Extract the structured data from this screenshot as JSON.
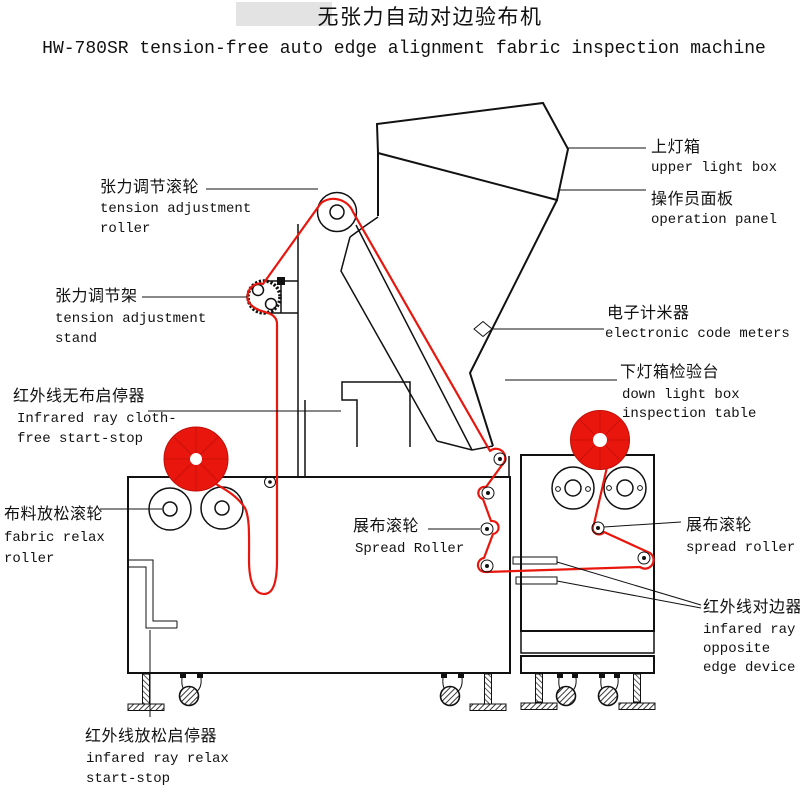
{
  "title": {
    "zh": "无张力自动对边验布机",
    "en": "HW-780SR tension-free auto edge alignment fabric inspection machine"
  },
  "colors": {
    "fabric_red": "#e8160d",
    "line": "#111111",
    "background": "#ffffff",
    "watermark_gray": "#cccccc"
  },
  "labels": {
    "tension_roller": {
      "zh": "张力调节滚轮",
      "en1": "tension adjustment",
      "en2": "roller"
    },
    "tension_stand": {
      "zh": "张力调节架",
      "en1": "tension adjustment",
      "en2": "stand"
    },
    "infrared_cloth_free": {
      "zh": "红外线无布启停器",
      "en1": "Infrared ray cloth-",
      "en2": "free start-stop"
    },
    "fabric_relax_roller": {
      "zh": "布料放松滚轮",
      "en1": "fabric relax",
      "en2": "roller"
    },
    "infrared_relax": {
      "zh": "红外线放松启停器",
      "en1": "infared ray relax",
      "en2": "start-stop"
    },
    "upper_light_box": {
      "zh": "上灯箱",
      "en1": "upper light box"
    },
    "operation_panel": {
      "zh": "操作员面板",
      "en1": "operation panel"
    },
    "electronic_code_meters": {
      "zh": "电子计米器",
      "en1": "electronic code meters"
    },
    "down_light_box": {
      "zh": "下灯箱检验台",
      "en1": "down light box",
      "en2": "inspection table"
    },
    "spread_roller_center": {
      "zh": "展布滚轮",
      "en1": "Spread Roller"
    },
    "spread_roller_right": {
      "zh": "展布滚轮",
      "en1": "spread roller"
    },
    "infrared_opposite_edge": {
      "zh": "红外线对边器",
      "en1": "infared ray",
      "en2": "opposite",
      "en3": "edge device"
    }
  }
}
